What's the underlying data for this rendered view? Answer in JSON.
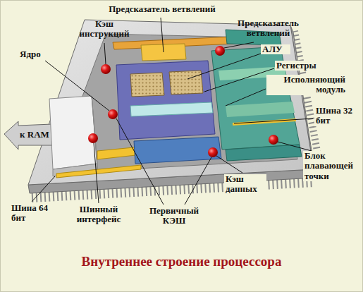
{
  "diagram": {
    "caption": "Внутреннее строение процессора",
    "labels": [
      "Предсказатель ветвлений",
      "Кэш инструкций",
      "Предсказатель ветвлений",
      "Ядро",
      "АЛУ",
      "Регистры",
      "Исполняющий модуль",
      "Шина 32 бит",
      "к RAM",
      "Блок плавающей точки",
      "Кэш данных",
      "Шина 64 бит",
      "Шинный интерфейс",
      "Первичный КЭШ"
    ]
  }
}
